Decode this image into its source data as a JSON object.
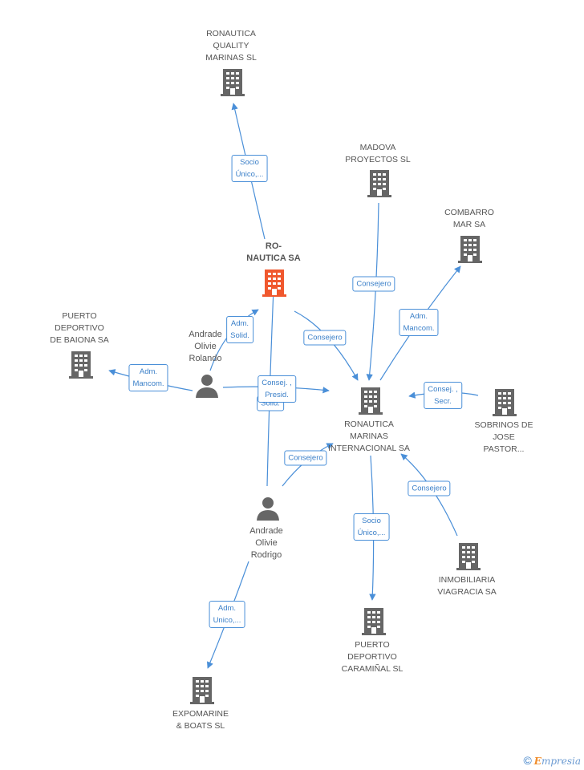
{
  "colors": {
    "edge": "#4a8fd8",
    "building": "#666666",
    "main_building": "#f0582e",
    "person": "#666666"
  },
  "nodes": {
    "ronautica_quality": {
      "label": "RONAUTICA\nQUALITY\nMARINAS  SL",
      "icon": "building-icon"
    },
    "madova": {
      "label": "MADOVA\nPROYECTOS  SL",
      "icon": "building-icon"
    },
    "combarro": {
      "label": "COMBARRO\nMAR SA",
      "icon": "building-icon"
    },
    "ronautica_main": {
      "label": "RO-\nNAUTICA SA",
      "icon": "building-icon"
    },
    "puerto_baiona": {
      "label": "PUERTO\nDEPORTIVO\nDE BAIONA SA",
      "icon": "building-icon"
    },
    "andrade_rolando": {
      "label": "Andrade\nOlivie\nRolando",
      "icon": "person-icon"
    },
    "ronautica_marinas": {
      "label": "RONAUTICA\nMARINAS\nINTERNACIONAL SA",
      "icon": "building-icon"
    },
    "sobrinos": {
      "label": "SOBRINOS DE\nJOSE\nPASTOR...",
      "icon": "building-icon"
    },
    "andrade_rodrigo": {
      "label": "Andrade\nOlivie\nRodrigo",
      "icon": "person-icon"
    },
    "inmobiliaria": {
      "label": "INMOBILIARIA\nVIAGRACIA SA",
      "icon": "building-icon"
    },
    "puerto_caraminal": {
      "label": "PUERTO\nDEPORTIVO\nCARAMIÑAL SL",
      "icon": "building-icon"
    },
    "expomarine": {
      "label": "EXPOMARINE\n& BOATS SL",
      "icon": "building-icon"
    }
  },
  "edges": {
    "socio_unico_top": "Socio\nÚnico,...",
    "consejero_madova": "Consejero",
    "adm_mancom_combarro": "Adm.\nMancom.",
    "consejero_main": "Consejero",
    "adm_solid": "Adm.\nSolid.",
    "adm_mancom_baiona": "Adm.\nMancom.",
    "consej_presid": "Consej. ,\nPresid.",
    "solid_hidden": "Solid.",
    "consej_secr": "Consej. ,\nSecr.",
    "consejero_rodrigo": "Consejero",
    "consejero_inmobiliaria": "Consejero",
    "socio_unico_caraminal": "Socio\nÚnico,...",
    "adm_unico": "Adm.\nUnico,..."
  },
  "footer": {
    "copyright": "©",
    "brand_e": "E",
    "brand_rest": "mpresia"
  }
}
